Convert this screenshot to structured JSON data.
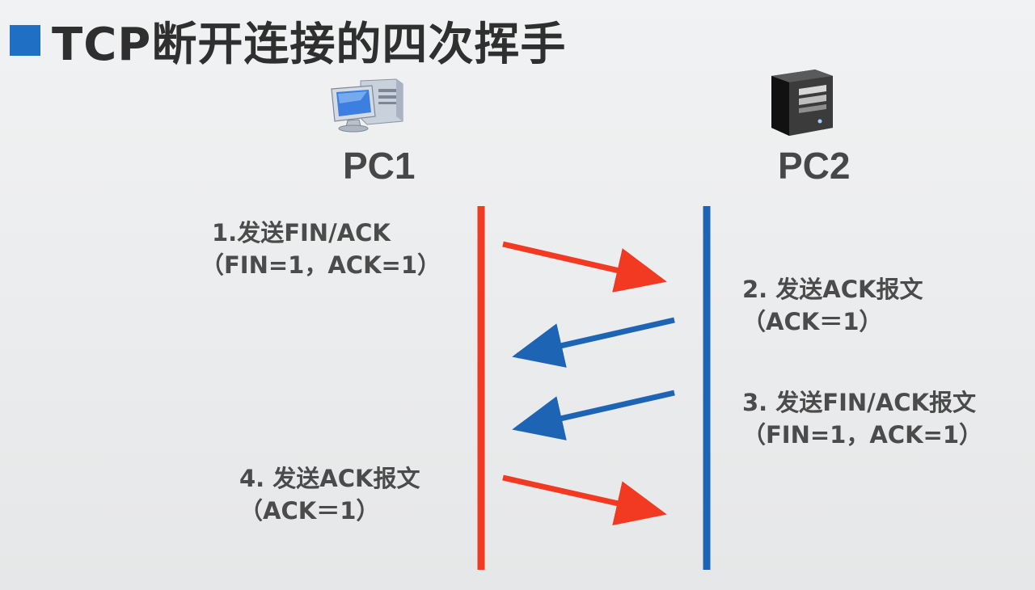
{
  "title": "TCP断开连接的四次挥手",
  "hosts": {
    "left": {
      "label": "PC1",
      "icon": "desktop-computer-icon",
      "color": "#f23a22"
    },
    "right": {
      "label": "PC2",
      "icon": "server-tower-icon",
      "color": "#1e64b4"
    }
  },
  "messages": [
    {
      "step": 1,
      "line1": "1.发送FIN/ACK",
      "line2": "（FIN=1，ACK=1）",
      "direction": "PC1→PC2"
    },
    {
      "step": 2,
      "line1": "2. 发送ACK报文",
      "line2": "（ACK＝1）",
      "direction": "PC2→PC1"
    },
    {
      "step": 3,
      "line1": "3. 发送FIN/ACK报文",
      "line2": "（FIN=1，ACK=1）",
      "direction": "PC2→PC1"
    },
    {
      "step": 4,
      "line1": "4. 发送ACK报文",
      "line2": "（ACK＝1）",
      "direction": "PC1→PC2"
    }
  ]
}
